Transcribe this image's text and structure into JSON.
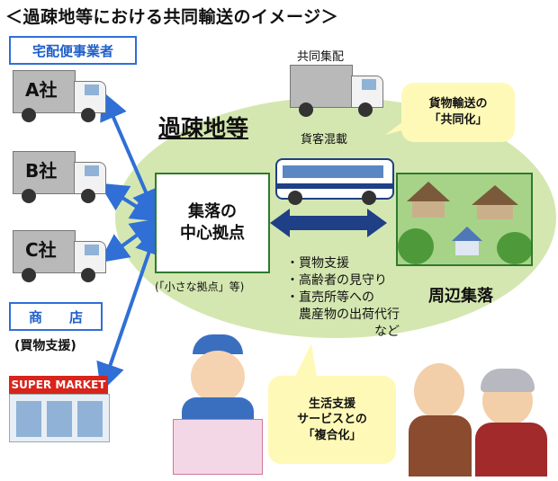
{
  "title": "＜過疎地等における共同輸送のイメージ＞",
  "delivery_header": "宅配便事業者",
  "trucks": [
    {
      "label": "A社"
    },
    {
      "label": "B社"
    },
    {
      "label": "C社"
    }
  ],
  "shop_header": "商　　店",
  "shop_sub": "(買物支援)",
  "supermarket_sign": "SUPER MARKET",
  "joint_delivery": "共同集配",
  "cargo_mixing": "貨客混載",
  "area_title": "過疎地等",
  "center": {
    "line1": "集落の",
    "line2": "中心拠点",
    "note": "(「小さな拠点」等)"
  },
  "services": [
    "・買物支援",
    "・高齢者の見守り",
    "・直売所等への",
    "　農産物の出荷代行",
    "　　　　　　　など"
  ],
  "village_label": "周辺集落",
  "callout_top": {
    "line1": "貨物輸送の",
    "line2": "「共同化」"
  },
  "callout_bottom": {
    "line1": "生活支援",
    "line2": "サービスとの",
    "line3": "「複合化」"
  },
  "colors": {
    "accent_blue": "#2f6fd6",
    "oval_green": "#d4e7b0",
    "callout_yellow": "#fff9b8",
    "arrow_navy": "#1f3f86"
  }
}
